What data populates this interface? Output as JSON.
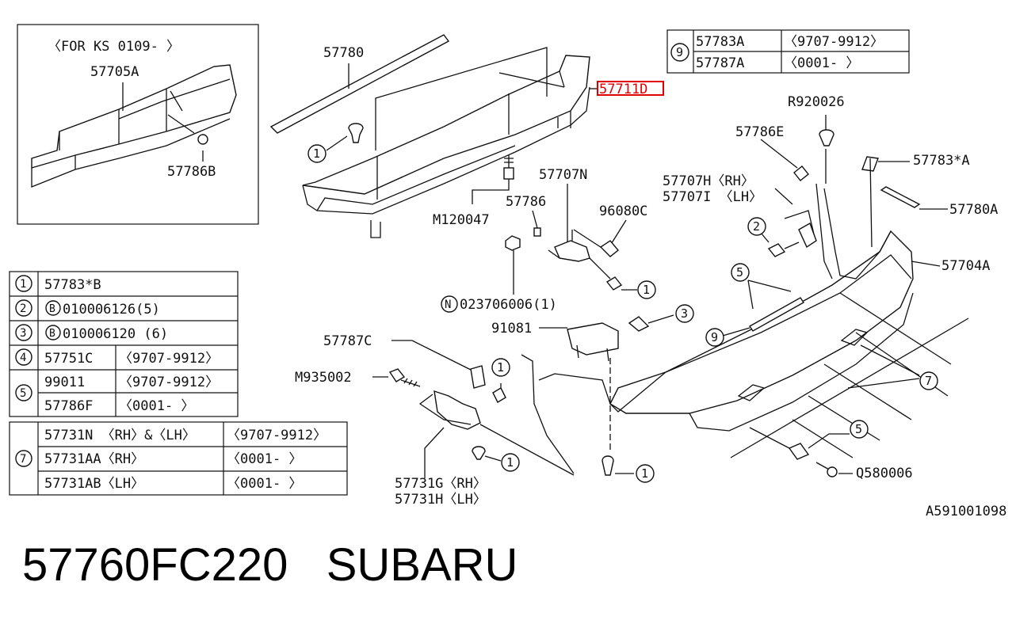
{
  "inset": {
    "note": "〈FOR KS 0109-       〉",
    "part_a": "57705A",
    "part_b": "57786B"
  },
  "labels": {
    "p57780": "57780",
    "p57711D": "57711D",
    "pR920026": "R920026",
    "p57786E": "57786E",
    "p57783A_star": "57783*A",
    "p57707N": "57707N",
    "p57707H": "57707H〈RH〉",
    "p57707I": "57707I 〈LH〉",
    "p57786": "57786",
    "p96080C": "96080C",
    "pM120047": "M120047",
    "p57780A": "57780A",
    "p57704A": "57704A",
    "pN023706006": "023706006(1)",
    "p91081": "91081",
    "p57787C": "57787C",
    "pM935002": "M935002",
    "p57731G": "57731G〈RH〉",
    "p57731H": "57731H〈LH〉",
    "pQ580006": "Q580006",
    "circle_n": "N"
  },
  "callouts": [
    "1",
    "2",
    "3",
    "5",
    "7",
    "9"
  ],
  "table9": [
    {
      "part": "57783A",
      "range": "〈9707-9912〉"
    },
    {
      "part": "57787A",
      "range": "〈0001-        〉"
    }
  ],
  "legend": {
    "r1": {
      "key": "1",
      "text": "57783*B"
    },
    "r2": {
      "key": "2",
      "prefix": "B",
      "text": "010006126(5)"
    },
    "r3": {
      "key": "3",
      "prefix": "B",
      "text": "010006120 (6)"
    },
    "r4": {
      "key": "4",
      "part": "57751C",
      "range": "〈9707-9912〉"
    },
    "r5": {
      "key": "5",
      "a_part": "99011",
      "a_range": "〈9707-9912〉",
      "b_part": "57786F",
      "b_range": "〈0001-        〉"
    }
  },
  "legend7": {
    "key": "7",
    "rows": [
      {
        "part": "57731N  〈RH〉&〈LH〉",
        "range": "〈9707-9912〉"
      },
      {
        "part": "57731AA〈RH〉",
        "range": "〈0001-        〉"
      },
      {
        "part": "57731AB〈LH〉",
        "range": "〈0001-        〉"
      }
    ]
  },
  "drawing_code": "A591001098",
  "footer": {
    "part_number": "57760FC220",
    "brand": "SUBARU"
  }
}
